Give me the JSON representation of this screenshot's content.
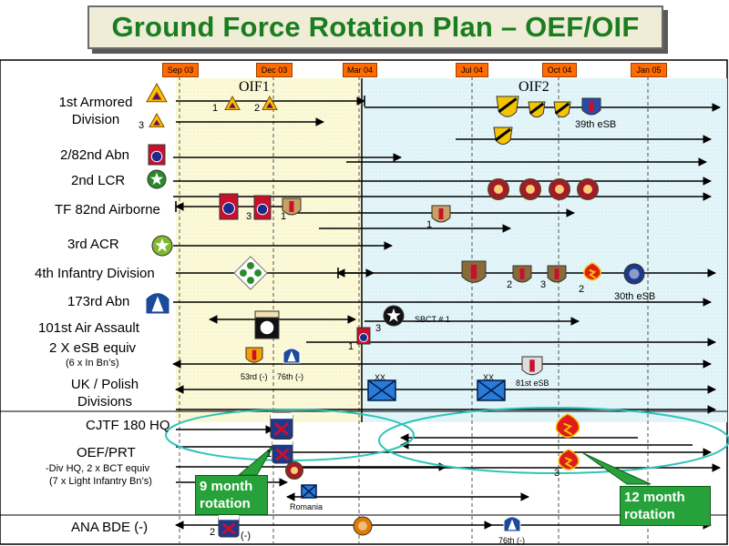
{
  "title": "Ground Force Rotation Plan – OEF/OIF",
  "months": [
    "Sep 03",
    "Dec 03",
    "Mar 04",
    "Jul 04",
    "Oct 04",
    "Jan 05"
  ],
  "oif": [
    "OIF1",
    "OIF2"
  ],
  "units": {
    "armored": "1st Armored Division",
    "abn82": "2/82nd Abn",
    "lcr": "2nd LCR",
    "tf82": "TF 82nd Airborne",
    "acr": "3rd  ACR",
    "id4": "4th Infantry Division",
    "abn173": "173rd Abn",
    "aa101": "101st Air Assault",
    "esb2": "2 X eSB equiv",
    "inbn": "(6 x In Bn’s)",
    "ukpol": "UK / Polish Divisions",
    "cjtf": "CJTF 180 HQ",
    "oefprt": "OEF/PRT",
    "divhq": "-Div HQ, 2 x BCT equiv",
    "lightinf": "(7 x Light Infantry Bn’s)",
    "ana": "ANA BDE (-)"
  },
  "annotations": {
    "esb39": "39th eSB",
    "esb30": "30th eSB",
    "sbct": "SBCT # 1",
    "bde53": "53rd (-)",
    "bde76": "76th (-)",
    "esb81": "81st eSB",
    "romania": "Romania",
    "bde76b": "76th (-)",
    "xx": "XX",
    "paren": "(-)",
    "n1": "1",
    "n2": "2",
    "n3": "3"
  },
  "callouts": {
    "nine": "9 month rotation",
    "twelve": "12 month rotation"
  },
  "colors": {
    "title": "#1a7d1f",
    "month_header": "#ff6b00",
    "oif1_band": "#fbf9d8",
    "oif2_band": "#e3f5f9",
    "callout": "#27a23a",
    "ellipse": "#2fc4b8"
  }
}
